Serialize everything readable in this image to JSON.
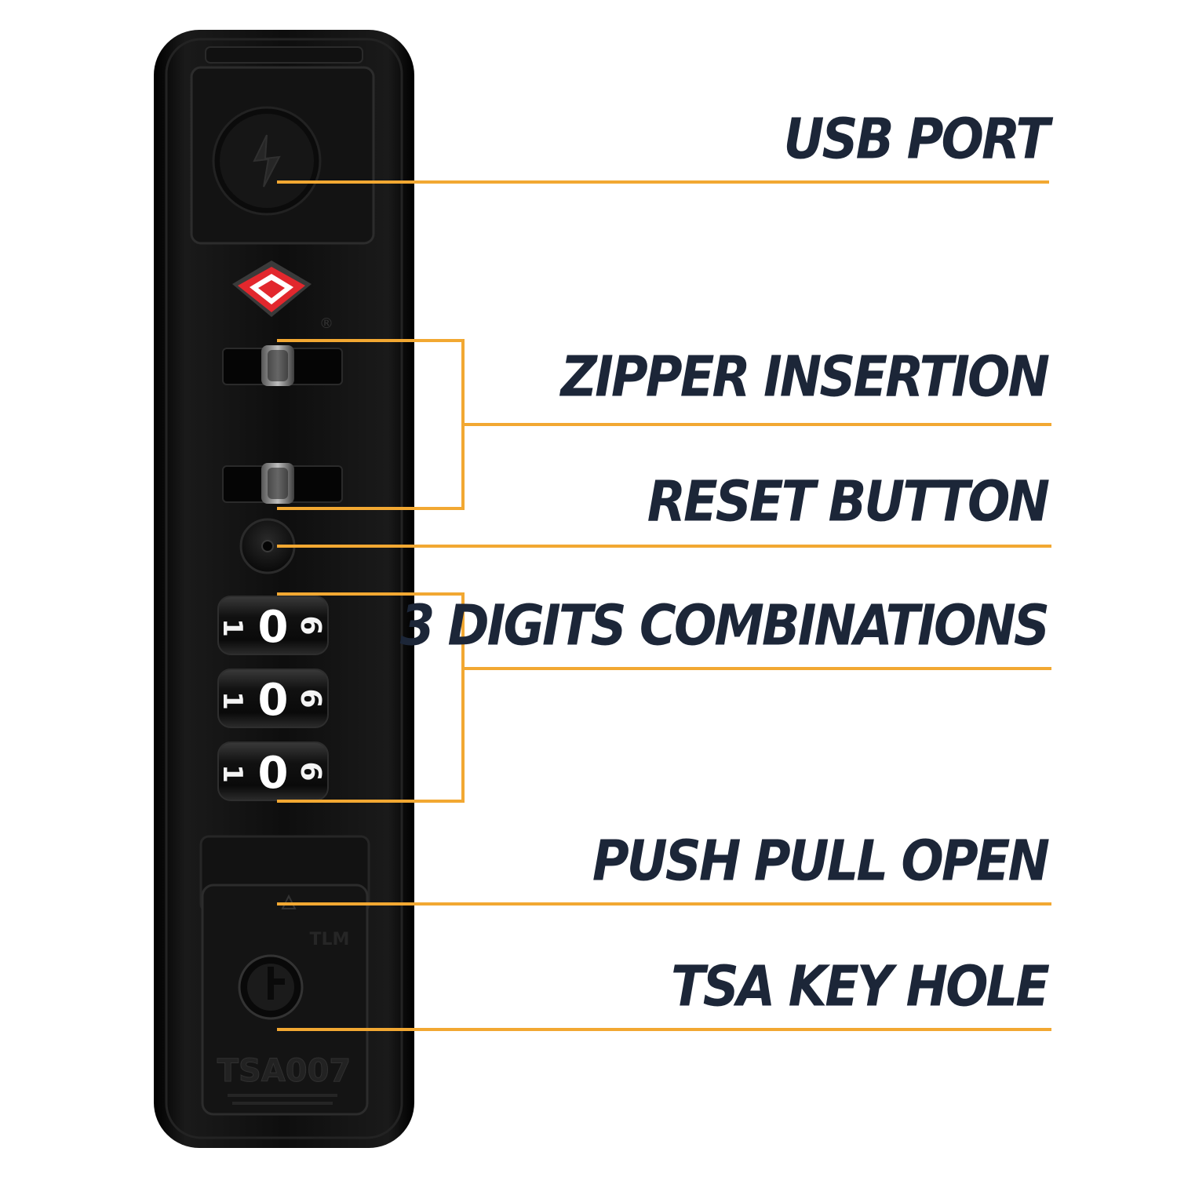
{
  "colors": {
    "accent": "#f2a832",
    "label_text": "#1c2638",
    "lock_body": "#0c0c0c",
    "tsa_logo": "#e2272d"
  },
  "callouts": [
    {
      "id": "usb-port",
      "label": "USB PORT"
    },
    {
      "id": "zipper-insertion",
      "label": "ZIPPER INSERTION"
    },
    {
      "id": "reset-button",
      "label": "RESET BUTTON"
    },
    {
      "id": "three-digit-combination",
      "label": "3 DIGITS COMBINATIONS"
    },
    {
      "id": "push-pull-open",
      "label": "PUSH PULL OPEN"
    },
    {
      "id": "tsa-key-hole",
      "label": "TSA KEY HOLE"
    }
  ],
  "lock": {
    "dials": [
      {
        "prev": "1",
        "current": "0",
        "next": "9"
      },
      {
        "prev": "1",
        "current": "0",
        "next": "9"
      },
      {
        "prev": "1",
        "current": "0",
        "next": "9"
      }
    ],
    "registered_mark": "®",
    "brand_mark": "TLM",
    "model_text": "TSA007",
    "tsa_logo_icon": "tsa-red-diamond-icon",
    "usb_icon": "lightning-bolt-icon",
    "key_icon": "key-icon"
  }
}
